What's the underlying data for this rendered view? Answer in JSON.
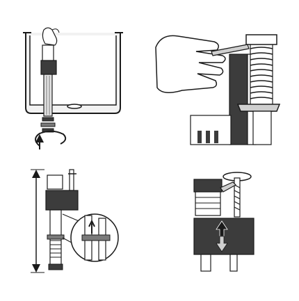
{
  "panels": [
    {
      "id": "step-1",
      "icon": "tank-fill-valve-install-icon"
    },
    {
      "id": "step-2",
      "icon": "hand-tighten-locknut-icon"
    },
    {
      "id": "step-3",
      "icon": "valve-height-adjust-icon"
    },
    {
      "id": "step-4",
      "icon": "float-cup-adjust-icon"
    }
  ],
  "colors": {
    "ink": "#1a1a1a",
    "dark_gray": "#3c3c3c",
    "mid_gray": "#7a7a7a",
    "light_gray": "#cfcfcf",
    "paper": "#ffffff"
  }
}
